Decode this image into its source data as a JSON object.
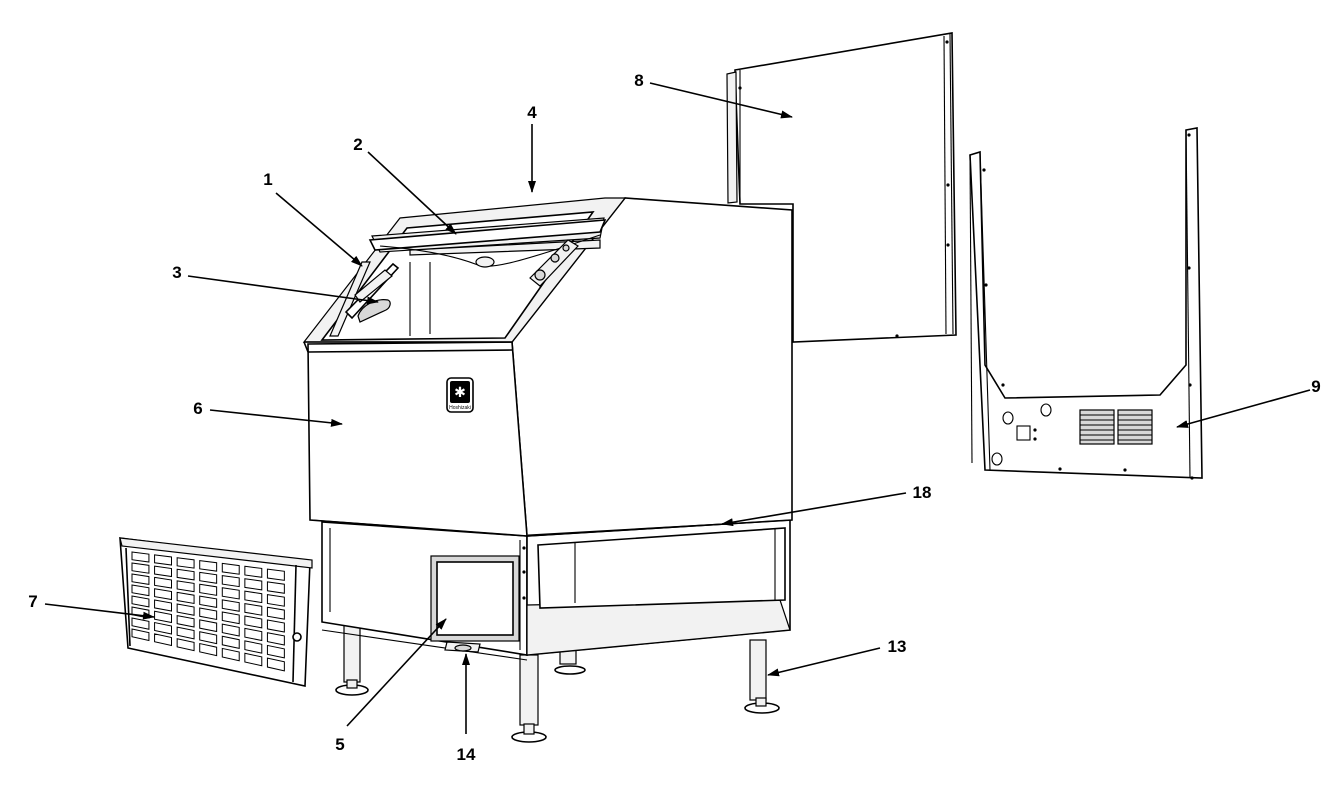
{
  "callouts": [
    {
      "id": "1",
      "label": "1"
    },
    {
      "id": "2",
      "label": "2"
    },
    {
      "id": "3",
      "label": "3"
    },
    {
      "id": "4",
      "label": "4"
    },
    {
      "id": "5",
      "label": "5"
    },
    {
      "id": "6",
      "label": "6"
    },
    {
      "id": "7",
      "label": "7"
    },
    {
      "id": "8",
      "label": "8"
    },
    {
      "id": "9",
      "label": "9"
    },
    {
      "id": "13",
      "label": "13"
    },
    {
      "id": "14",
      "label": "14"
    },
    {
      "id": "18",
      "label": "18"
    }
  ],
  "logo_text": "Hoshizaki"
}
